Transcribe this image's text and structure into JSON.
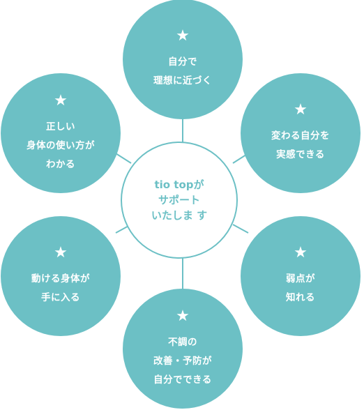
{
  "center": {
    "lines": [
      "tio topが",
      "サポート",
      "いたしま す"
    ]
  },
  "nodes": [
    {
      "id": "top",
      "star": "★",
      "lines": [
        "自分で",
        "理想に近づく"
      ]
    },
    {
      "id": "tr",
      "star": "★",
      "lines": [
        "変わる自分を",
        "実感できる"
      ]
    },
    {
      "id": "br",
      "star": "★",
      "lines": [
        "弱点が",
        "知れる"
      ]
    },
    {
      "id": "bottom",
      "star": "★",
      "lines": [
        "不調の",
        "改善・予防が",
        "自分でできる"
      ]
    },
    {
      "id": "bl",
      "star": "★",
      "lines": [
        "動ける身体が",
        "手に入る"
      ]
    },
    {
      "id": "tl",
      "star": "★",
      "lines": [
        "正しい",
        "身体の使い方が",
        "わかる"
      ]
    }
  ],
  "colors": {
    "accent": "#6cc0c5",
    "text_on_accent": "#ffffff",
    "background": "#ffffff"
  }
}
